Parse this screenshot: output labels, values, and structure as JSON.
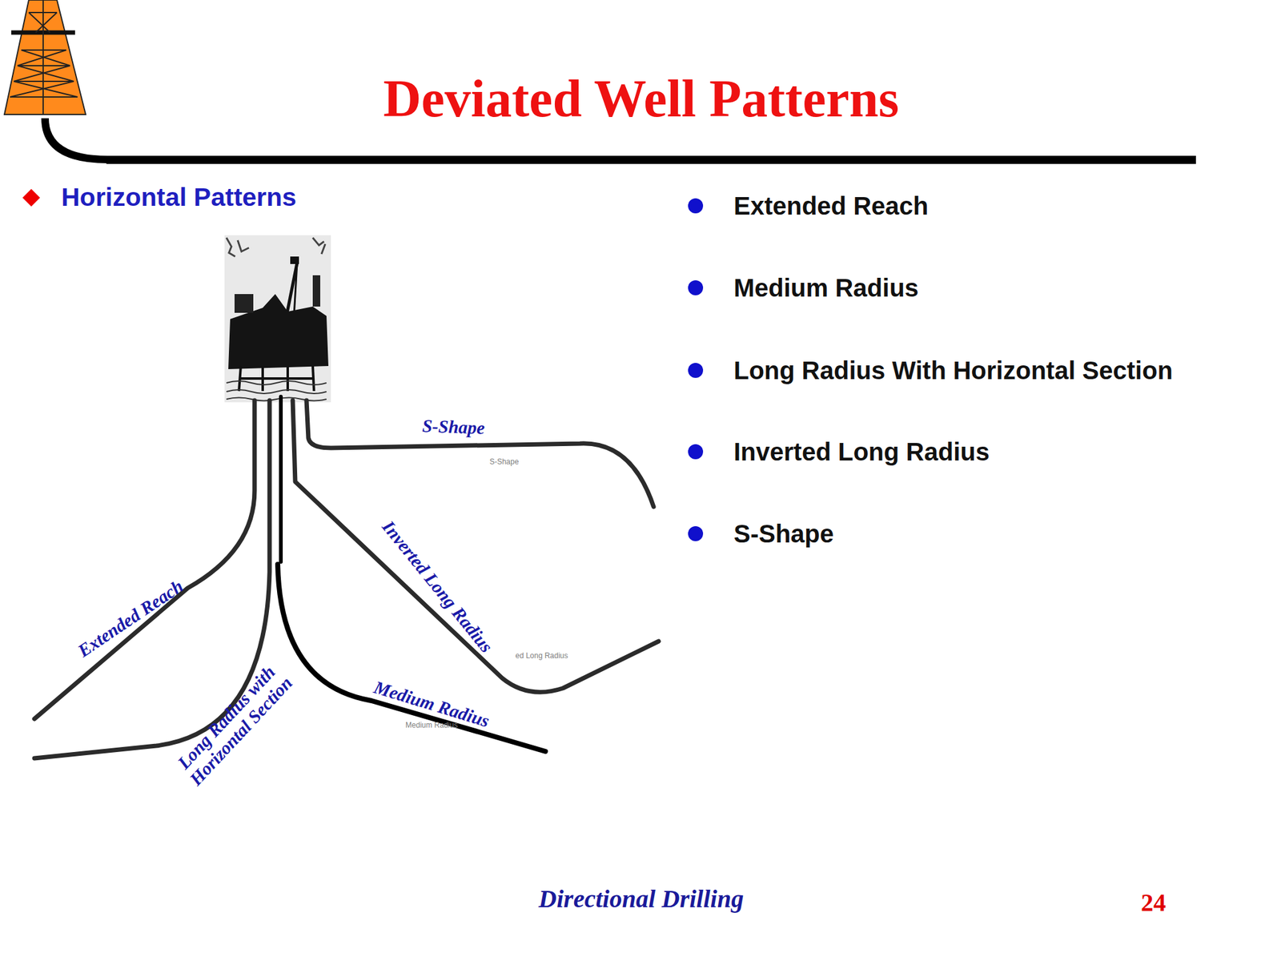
{
  "diagram": {
    "title": "Deviated Well Patterns",
    "labels": [
      "Horizontal Patterns",
      "Extended Reach",
      "Medium Radius",
      "Long Radius With Horizontal Section",
      "Inverted Long Radius",
      "S-Shape",
      "S-Shape",
      "S-Shape",
      "Inverted Long Radius",
      "ed Long Radius",
      "Extended Reach",
      "Long Radius with Horizontal Section",
      "Medium Radius",
      "Medium Radius",
      "Directional Drilling",
      "24"
    ]
  }
}
